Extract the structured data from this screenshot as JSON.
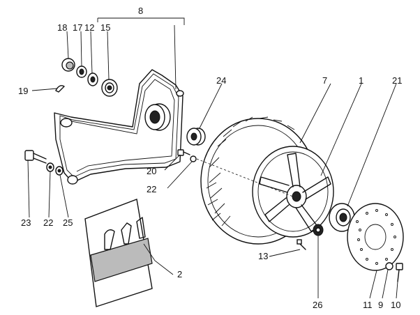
{
  "callouts": {
    "c1": "1",
    "c2": "2",
    "c7": "7",
    "c8": "8",
    "c9": "9",
    "c10": "10",
    "c11": "11",
    "c12": "12",
    "c13": "13",
    "c15": "15",
    "c17": "17",
    "c18": "18",
    "c19": "19",
    "c20": "20",
    "c21": "21",
    "c22a": "22",
    "c22b": "22",
    "c23": "23",
    "c24": "24",
    "c25": "25",
    "c26": "26"
  },
  "colors": {
    "ink": "#111111",
    "paper": "#ffffff",
    "shade": "#bbbbbb"
  }
}
